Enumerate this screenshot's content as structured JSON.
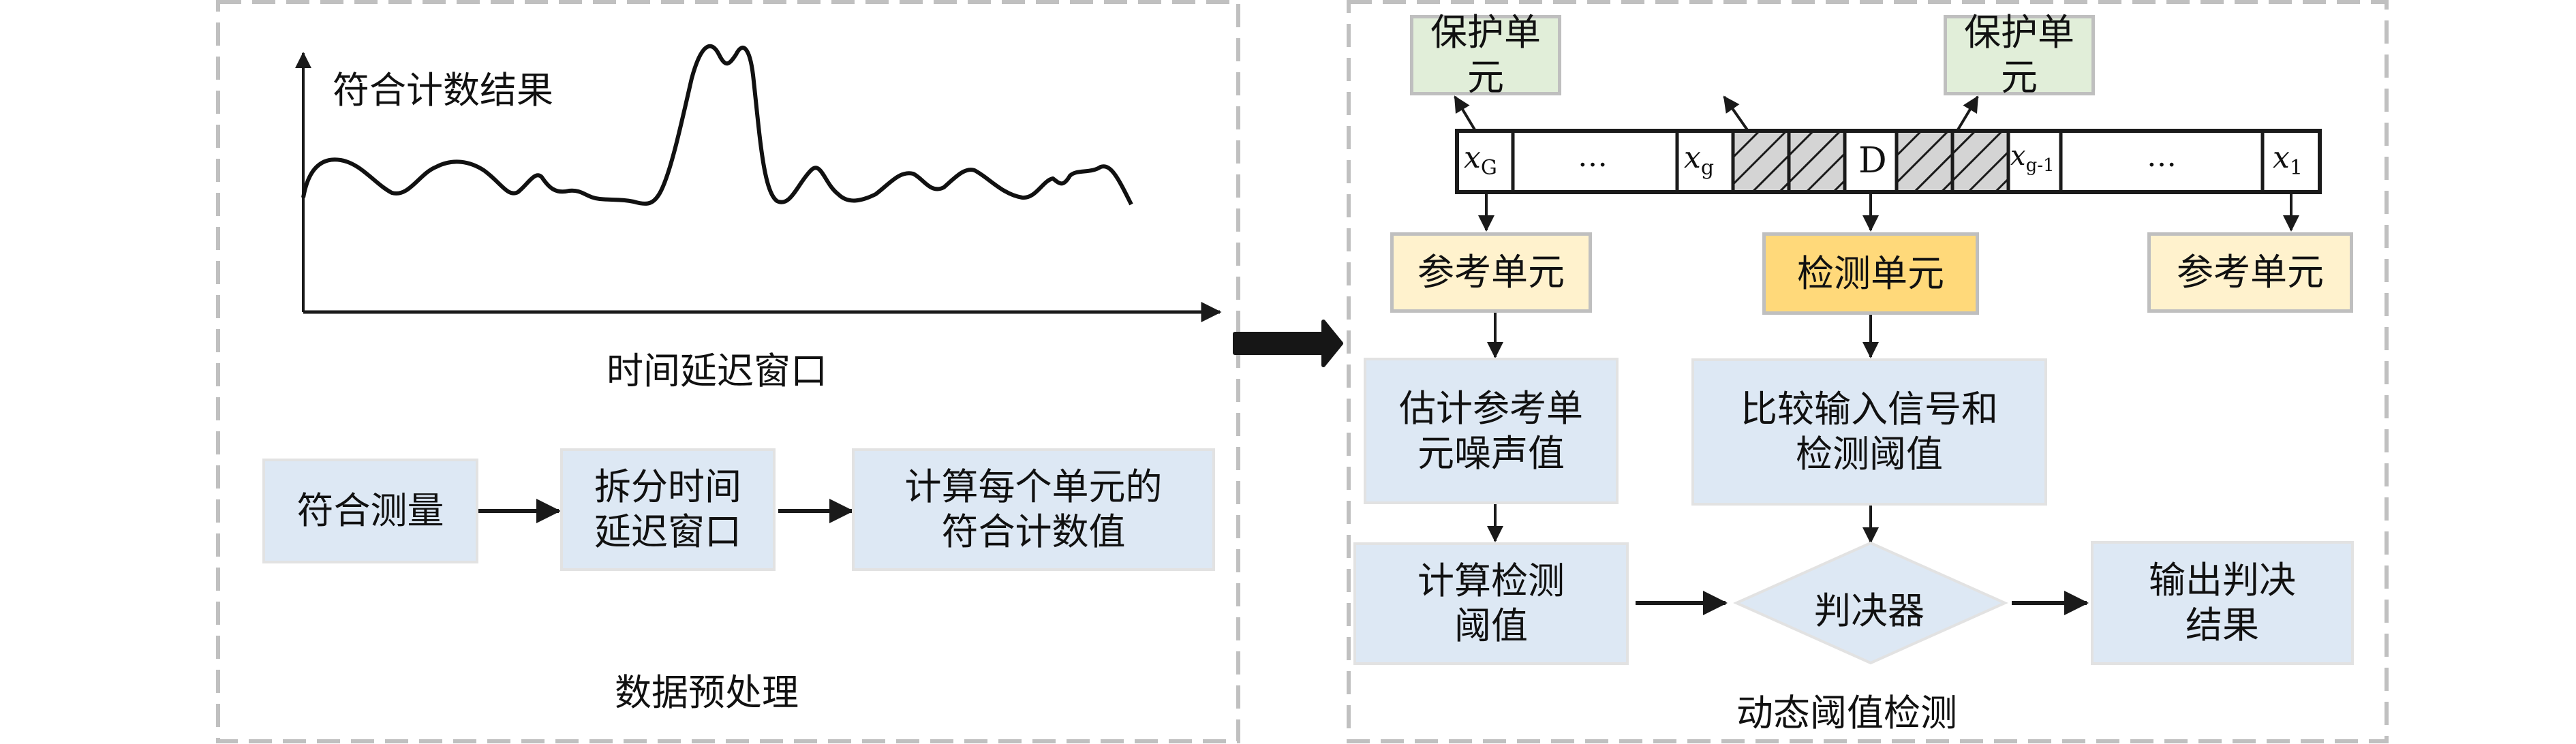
{
  "left_panel": {
    "caption": "数据预处理",
    "plot": {
      "y_axis_label": "符合计数结果",
      "x_axis_label": "时间延迟窗口"
    },
    "flow": [
      {
        "id": "coincidence-measurement",
        "label": "符合测量"
      },
      {
        "id": "split-window",
        "label_lines": [
          "拆分时间",
          "延迟窗口"
        ]
      },
      {
        "id": "compute-counts",
        "label_lines": [
          "计算每个单元的",
          "符合计数值"
        ]
      }
    ]
  },
  "right_panel": {
    "caption": "动态阈值检测",
    "guard_cells": [
      {
        "label": "保护单元"
      },
      {
        "label": "保护单元"
      }
    ],
    "cell_row": {
      "cells": [
        {
          "type": "ref",
          "var": "x",
          "sub": "G"
        },
        {
          "type": "ellipsis",
          "text": "…"
        },
        {
          "type": "ref",
          "var": "x",
          "sub": "g"
        },
        {
          "type": "guard"
        },
        {
          "type": "guard"
        },
        {
          "type": "detect",
          "text": "D"
        },
        {
          "type": "guard"
        },
        {
          "type": "guard"
        },
        {
          "type": "ref",
          "var": "x",
          "sub": "g-1"
        },
        {
          "type": "ellipsis",
          "text": "…"
        },
        {
          "type": "ref",
          "var": "x",
          "sub": "1"
        }
      ]
    },
    "reference_cell_left": "参考单元",
    "detection_cell": "检测单元",
    "reference_cell_right": "参考单元",
    "estimate_noise": [
      "估计参考单",
      "元噪声值"
    ],
    "compare_signal": [
      "比较输入信号和",
      "检测阈值"
    ],
    "compute_threshold": [
      "计算检测",
      "阈值"
    ],
    "decider": "判决器",
    "output_result": [
      "输出判决",
      "结果"
    ]
  },
  "colors": {
    "process_blue": "#dde8f4",
    "guard_green": "#e1eed9",
    "reference_cream": "#fff2cd",
    "detection_gold": "#ffd97a",
    "hatch_gray": "#d4d4d4",
    "dashed_border": "#c0c0c0"
  }
}
